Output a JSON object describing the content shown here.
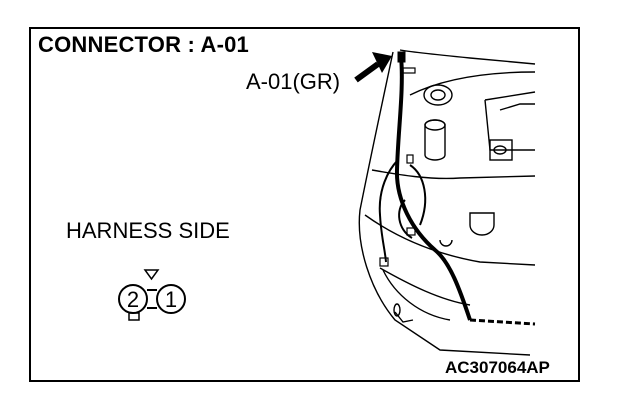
{
  "title": "CONNECTOR : A-01",
  "connector_callout": "A-01(GR)",
  "harness_label": "HARNESS SIDE",
  "pins": [
    "2",
    "1"
  ],
  "figure_code": "AC307064AP",
  "icons": [
    "connector-face-icon",
    "pointer-arrow-icon",
    "engine-bay-drawing"
  ]
}
